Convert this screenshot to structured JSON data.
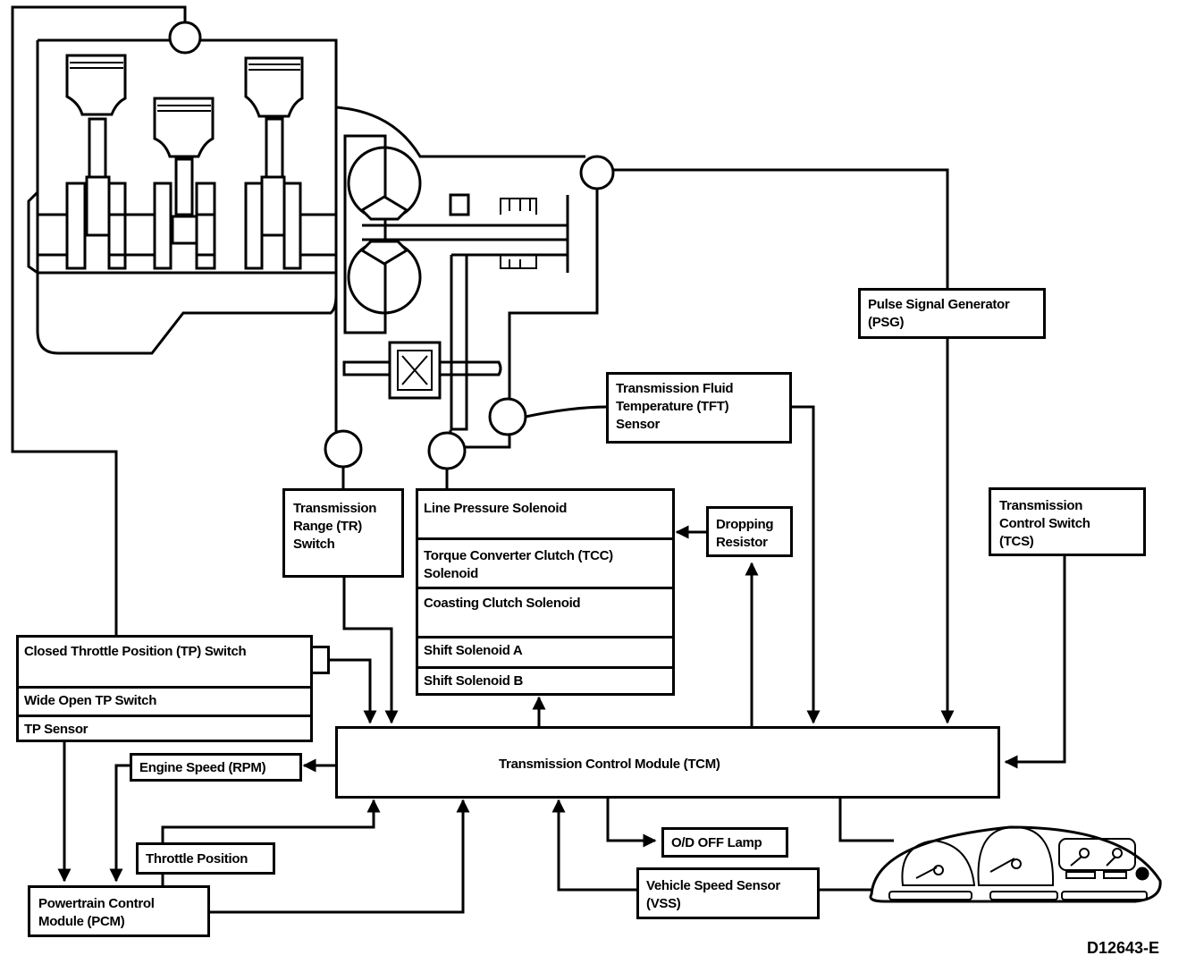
{
  "figure_id": "D12643-E",
  "components": {
    "psg": "Pulse Signal Generator\n(PSG)",
    "tft": "Transmission Fluid\nTemperature (TFT)\nSensor",
    "tr_switch": "Transmission\nRange (TR)\nSwitch",
    "solenoids": [
      "Line Pressure Solenoid",
      "Torque Converter Clutch (TCC)\nSolenoid",
      "Coasting Clutch Solenoid",
      "Shift Solenoid A",
      "Shift Solenoid B"
    ],
    "dropping_resistor": "Dropping\nResistor",
    "tcs": "Transmission\nControl Switch\n(TCS)",
    "tp_group": [
      "Closed Throttle Position (TP) Switch",
      "Wide Open TP Switch",
      "TP Sensor"
    ],
    "engine_speed": "Engine Speed (RPM)",
    "tcm": "Transmission Control Module  (TCM)",
    "throttle_position": "Throttle Position",
    "pcm": "Powertrain Control\nModule (PCM)",
    "od_off_lamp": "O/D OFF Lamp",
    "vss": "Vehicle Speed Sensor\n(VSS)"
  },
  "graphics": {
    "engine": "engine-cutaway-illustration",
    "transmission": "transmission-cutaway-illustration",
    "cluster": "instrument-cluster-illustration",
    "sensor_nodes": [
      "engine-speed-sensor-node",
      "psg-node",
      "tr-switch-node",
      "solenoid-node",
      "tft-node"
    ]
  }
}
